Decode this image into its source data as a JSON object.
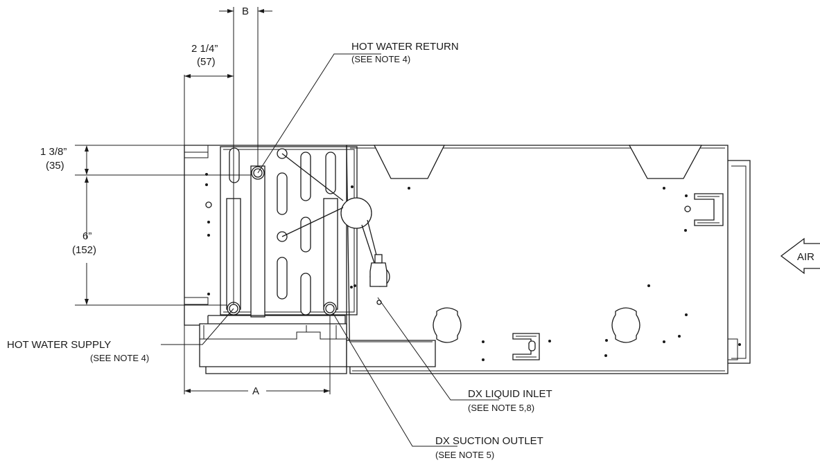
{
  "dimensions": {
    "b": "B",
    "a": "A",
    "width_in": "2 1/4”",
    "width_mm": "(57)",
    "top_in": "1 3/8”",
    "top_mm": "(35)",
    "height_in": "6”",
    "height_mm": "(152)"
  },
  "callouts": {
    "hot_water_return": {
      "label": "HOT WATER RETURN",
      "note": "(SEE NOTE 4)"
    },
    "hot_water_supply": {
      "label": "HOT WATER SUPPLY",
      "note": "(SEE NOTE 4)"
    },
    "dx_liquid_inlet": {
      "label": "DX LIQUID INLET",
      "note": "(SEE NOTE 5,8)"
    },
    "dx_suction_outlet": {
      "label": "DX SUCTION OUTLET",
      "note": "(SEE NOTE 5)"
    }
  },
  "airflow": {
    "label": "AIR"
  }
}
